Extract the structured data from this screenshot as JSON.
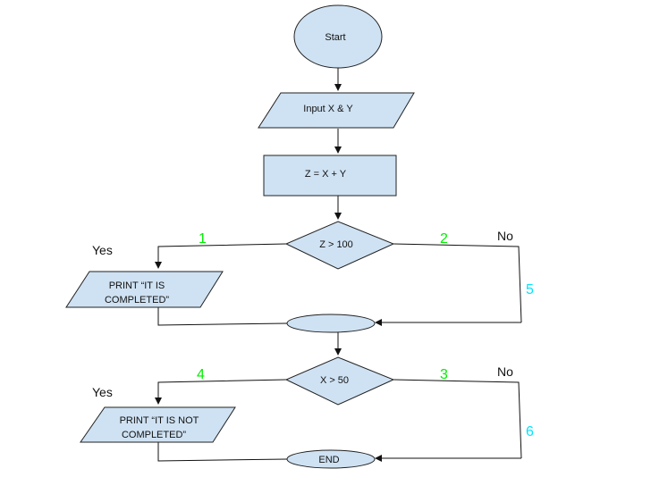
{
  "nodes": {
    "start": "Start",
    "input": "Input X & Y",
    "process": "Z =  X + Y",
    "decision1": "Z > 100",
    "print1_line1": "PRINT “IT IS",
    "print1_line2": "COMPLETED”",
    "merge1": "",
    "decision2": "X > 50",
    "print2_line1": "PRINT “IT IS NOT",
    "print2_line2": "COMPLETED”",
    "end": "END"
  },
  "branch_labels": {
    "yes1": "Yes",
    "no1": "No",
    "yes2": "Yes",
    "no2": "No"
  },
  "edge_numbers": {
    "n1": "1",
    "n2": "2",
    "n3": "3",
    "n4": "4",
    "n5": "5",
    "n6": "6"
  },
  "colors": {
    "shape_fill": "#cfe2f3",
    "number_green": "#00ee00",
    "number_cyan": "#00e5ff"
  }
}
